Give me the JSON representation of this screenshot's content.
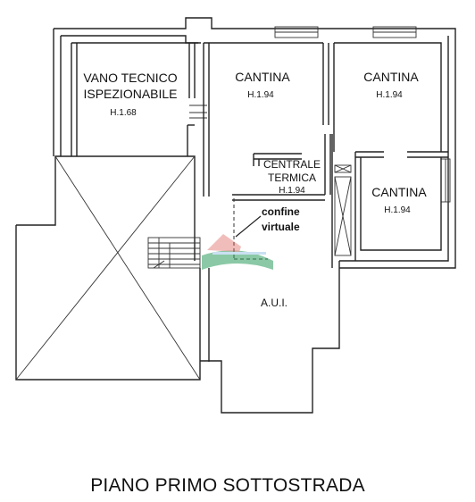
{
  "rooms": {
    "vano_tecnico": {
      "name_line1": "VANO TECNICO",
      "name_line2": "ISPEZIONABILE",
      "height": "H.1.68"
    },
    "cantina_1": {
      "name": "CANTINA",
      "height": "H.1.94"
    },
    "cantina_2": {
      "name": "CANTINA",
      "height": "H.1.94"
    },
    "centrale_termica": {
      "name_line1": "CENTRALE",
      "name_line2": "TERMICA",
      "height": "H.1.94"
    },
    "cantina_3": {
      "name": "CANTINA",
      "height": "H.1.94"
    },
    "aui": {
      "name": "A.U.I."
    }
  },
  "annotations": {
    "confine_line1": "confine",
    "confine_line2": "virtuale"
  },
  "caption": "PIANO PRIMO SOTTOSTRADA",
  "colors": {
    "walls": "#222222",
    "watermark_green": "#2e9d5e",
    "watermark_red": "#d9534f"
  }
}
